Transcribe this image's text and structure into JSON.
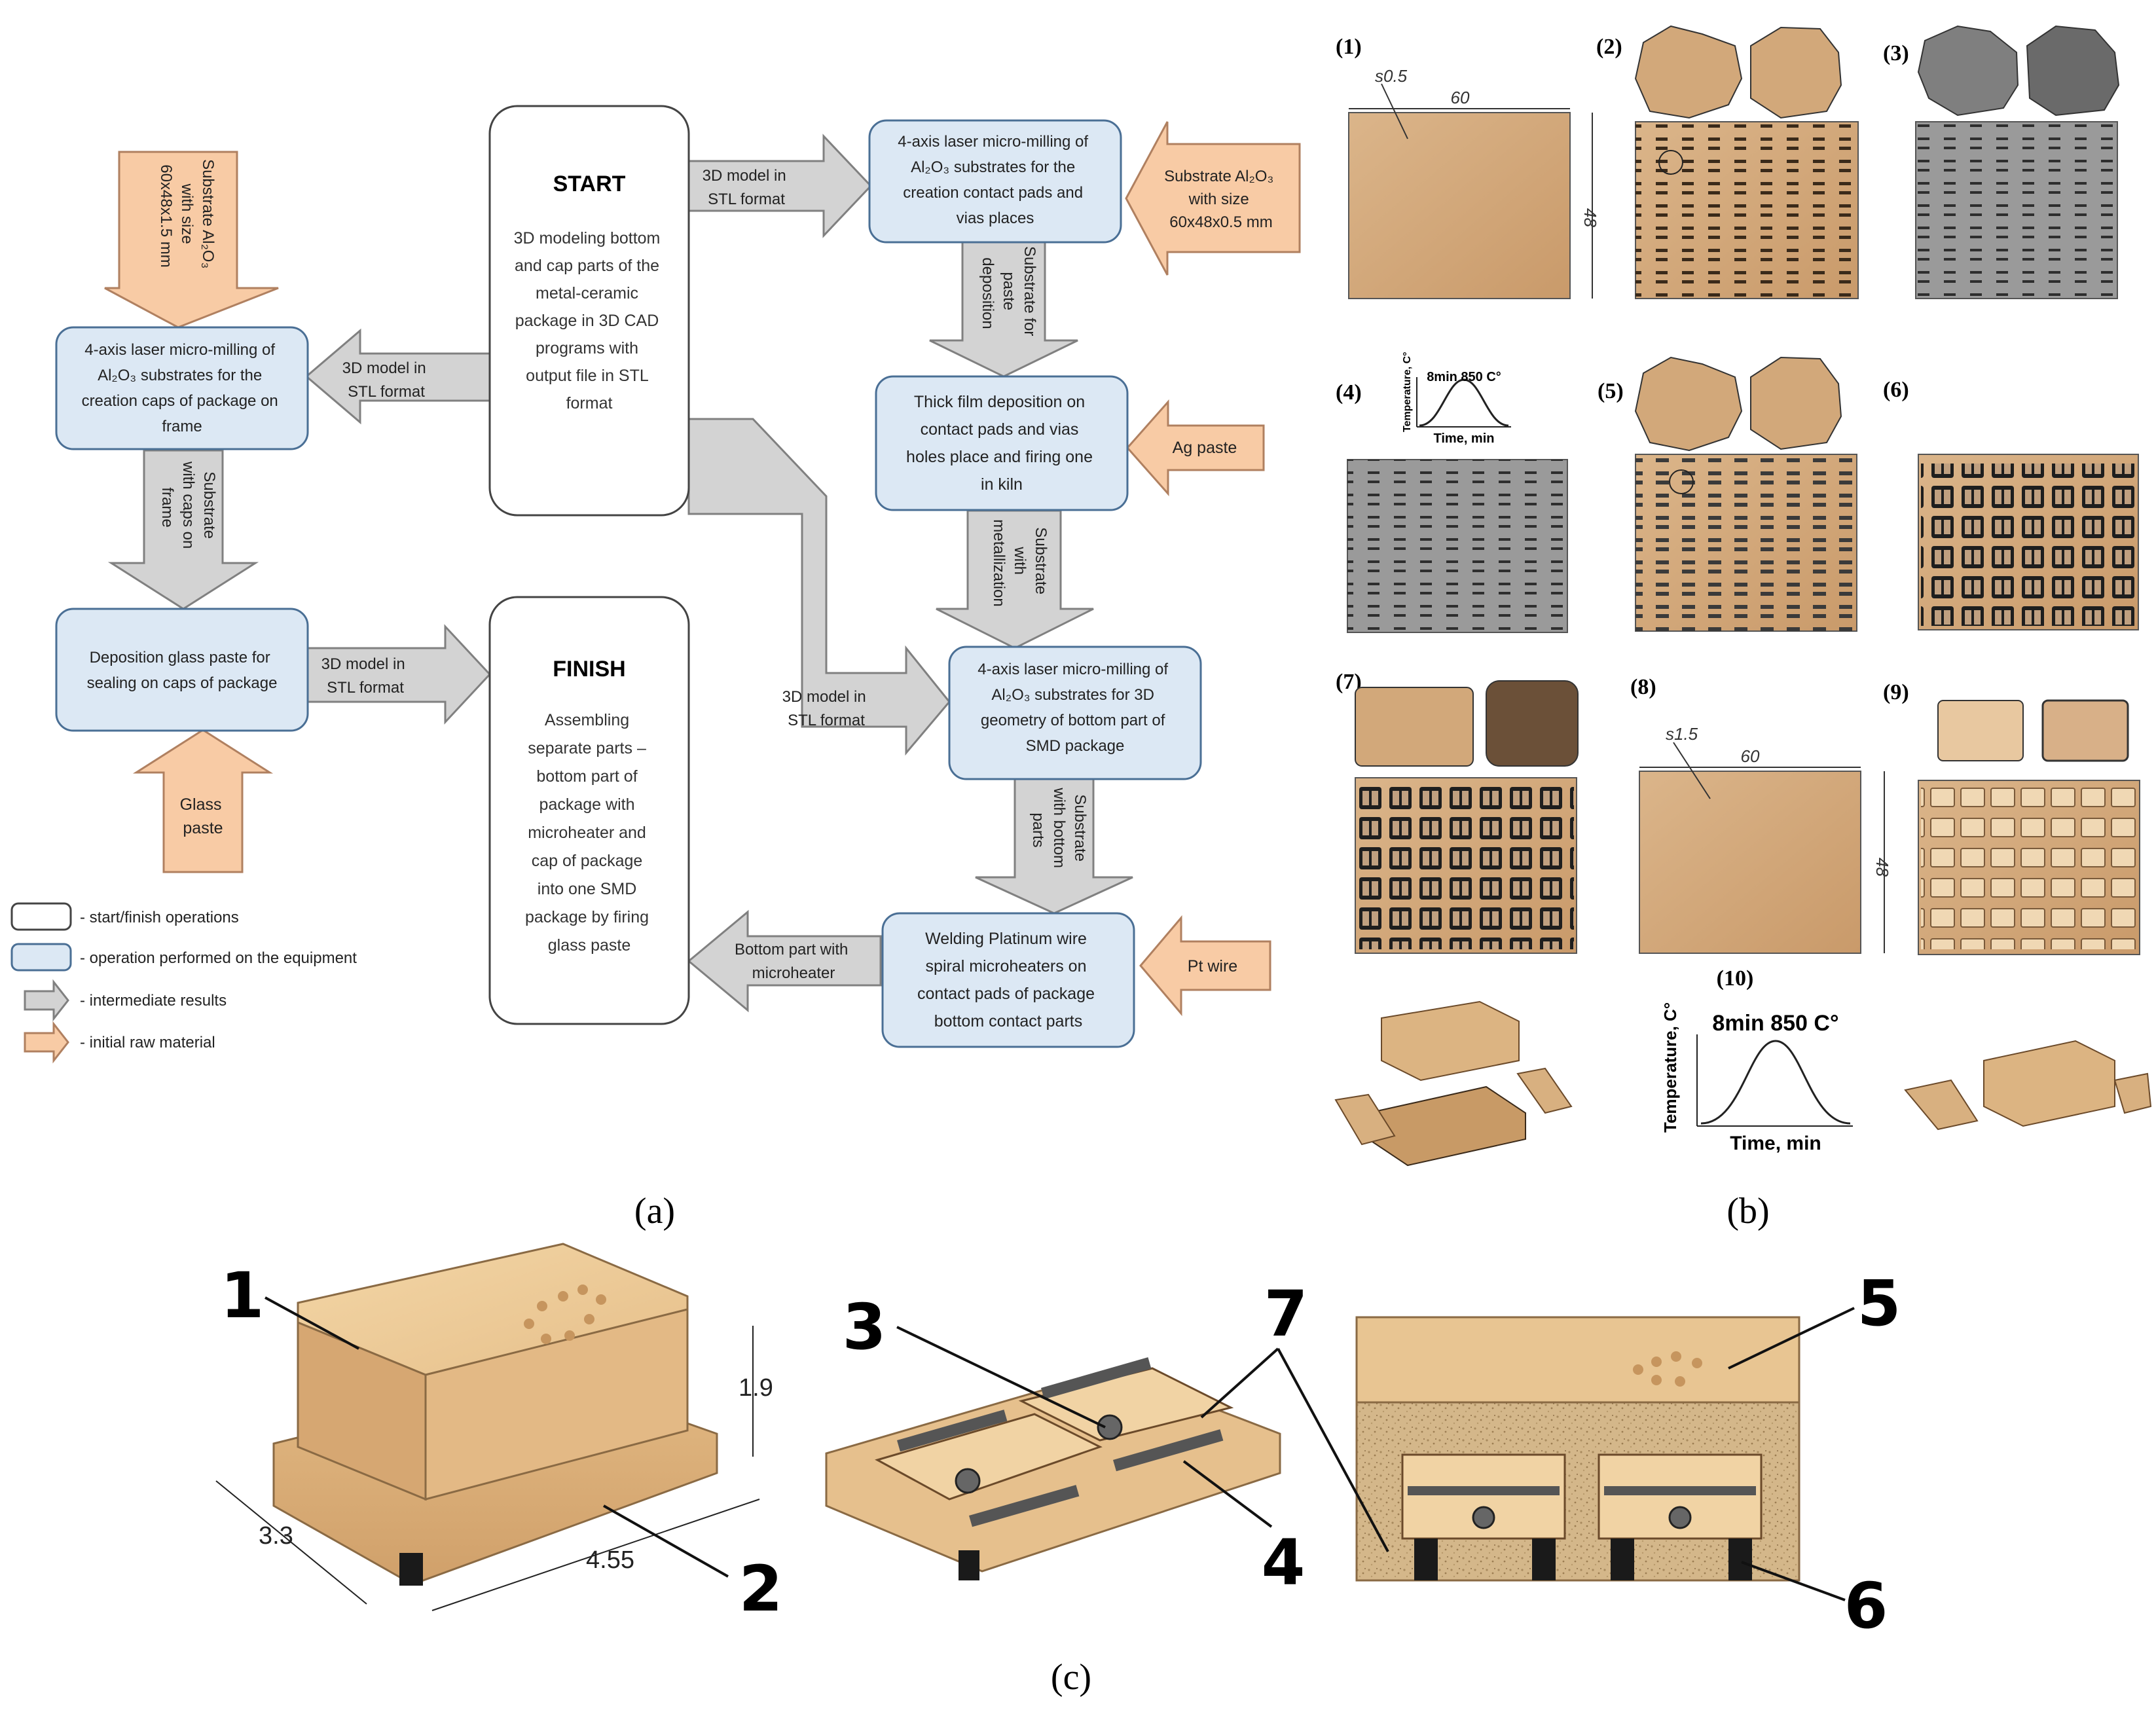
{
  "colors": {
    "op_fill": "#dce8f4",
    "op_stroke": "#4a6f95",
    "start_fill": "#ffffff",
    "start_stroke": "#444444",
    "raw_arrow": "#f8cba5",
    "raw_stroke": "#b08060",
    "inter_arrow": "#d3d3d3",
    "inter_stroke": "#808080",
    "substrate": "#d2a87a",
    "gray_substrate": "#9a9a9a",
    "dark": "#1a1a1a"
  },
  "panels": {
    "a": "(a)",
    "b": "(b)",
    "c": "(c)"
  },
  "flow": {
    "start": {
      "title": "START",
      "lines": [
        "3D modeling bottom",
        "and cap parts of the",
        "metal-ceramic",
        "package in 3D CAD",
        "programs with",
        "output file in STL",
        "format"
      ]
    },
    "finish": {
      "title": "FINISH",
      "lines": [
        "Assembling",
        "separate parts –",
        "bottom part of",
        "package with",
        "microheater and",
        "cap of package",
        "into one SMD",
        "package by firing",
        "glass paste"
      ]
    },
    "op_caps": [
      "4-axis laser micro-milling of",
      "Al₂O₃ substrates for the",
      "creation caps of package on",
      "frame"
    ],
    "op_glass": [
      "Deposition glass paste for",
      "sealing on caps of package"
    ],
    "op_pads": [
      "4-axis laser micro-milling of",
      "Al₂O₃ substrates for the",
      "creation contact pads and",
      "vias places"
    ],
    "op_thick": [
      "Thick film deposition on",
      "contact pads and vias",
      "holes place and firing one",
      "in kiln"
    ],
    "op_bottom": [
      "4-axis laser micro-milling of",
      "Al₂O₃ substrates for 3D",
      "geometry of bottom part of",
      "SMD package"
    ],
    "op_weld": [
      "Welding Platinum wire",
      "spiral microheaters on",
      "contact pads of package",
      "bottom contact parts"
    ],
    "raw_sub15": [
      "Substrate Al₂O₃",
      "with size",
      "60x48x1.5 mm"
    ],
    "raw_glass": [
      "Glass",
      "paste"
    ],
    "raw_sub05": [
      "Substrate Al₂O₃",
      "with size",
      "60x48x0.5 mm"
    ],
    "raw_ag": [
      "Ag paste"
    ],
    "raw_pt": [
      "Pt wire"
    ],
    "arr_model_caps": [
      "3D model in",
      "STL format"
    ],
    "arr_model_glass": [
      "3D model in",
      "STL format"
    ],
    "arr_model_pads": [
      "3D model in",
      "STL format"
    ],
    "arr_model_bottom": [
      "3D model in",
      "STL format"
    ],
    "arr_caps_frame": [
      "Substrate",
      "with caps on",
      "frame"
    ],
    "arr_paste_dep": [
      "Substrate for",
      "paste",
      "deposition"
    ],
    "arr_metal": [
      "Substrate",
      "with",
      "metallization"
    ],
    "arr_bottom_parts": [
      "Substrate",
      "with bottom",
      "parts"
    ],
    "arr_heater": [
      "Bottom part with",
      "microheater"
    ],
    "legend": [
      "- start/finish operations",
      "- operation performed on the equipment",
      "- intermediate results",
      "- initial raw material"
    ]
  },
  "steps": {
    "labels": [
      "(1)",
      "(2)",
      "(3)",
      "(4)",
      "(5)",
      "(6)",
      "(7)",
      "(8)",
      "(9)",
      "(10)"
    ],
    "dim_thick_1": "s0.5",
    "dim_w_1": "60",
    "dim_h_1": "48",
    "dim_thick_8": "s1.5",
    "dim_w_8": "60",
    "dim_h_8": "48",
    "firing_small": "8min 850 C°",
    "firing_large": "8min 850 C°",
    "axis_y": "Temperature, C°",
    "axis_x": "Time, min"
  },
  "package": {
    "dim_h": "1.9",
    "dim_w": "3.3",
    "dim_l": "4.55",
    "callouts": [
      "1",
      "2",
      "3",
      "4",
      "5",
      "6",
      "7"
    ]
  }
}
